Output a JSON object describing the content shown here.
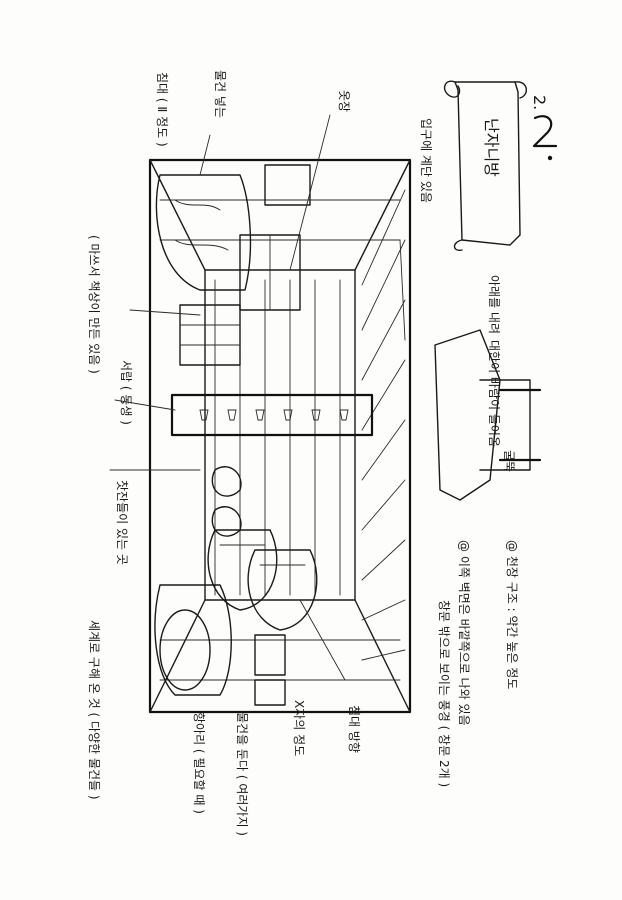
{
  "page_number": "2.",
  "scroll_title": "난자니방",
  "labels": {
    "stairs_down": "입구에 계단 있음",
    "cupboard": "옷장",
    "bed": "침대 ( Ⅱ 정도 )",
    "bed_note": "( 마쓰서 책상이 만든 있음 )",
    "dresser": "물건 넣는",
    "drawer": "서랍 ( 동생 )",
    "shelf_row": "찻잔들이 있는 곳",
    "cut_note": "아래를 내려",
    "crossed_boxes": "X자의 정도",
    "pillow_note": "침대 방향",
    "desk_note": "물건을 둔다 ( 여러가지 )",
    "jars_note": "항아리 ( 필요할 때 )",
    "barrel_note": "세계로 구해 온 것 ( 다양한 물건들 )"
  },
  "roof_labels": {
    "roof_top": "대한이 바람이 들어옴",
    "chimney": "굴뚝"
  },
  "notes": {
    "note_1": "@ 천장 구조 : 약간 높은 정도",
    "note_2": "@ 이쪽 벽면은 바깥쪽으로 나와 있음",
    "note_3": "창문 밖으로 보이는 풍경 ( 창문 2개 )"
  }
}
